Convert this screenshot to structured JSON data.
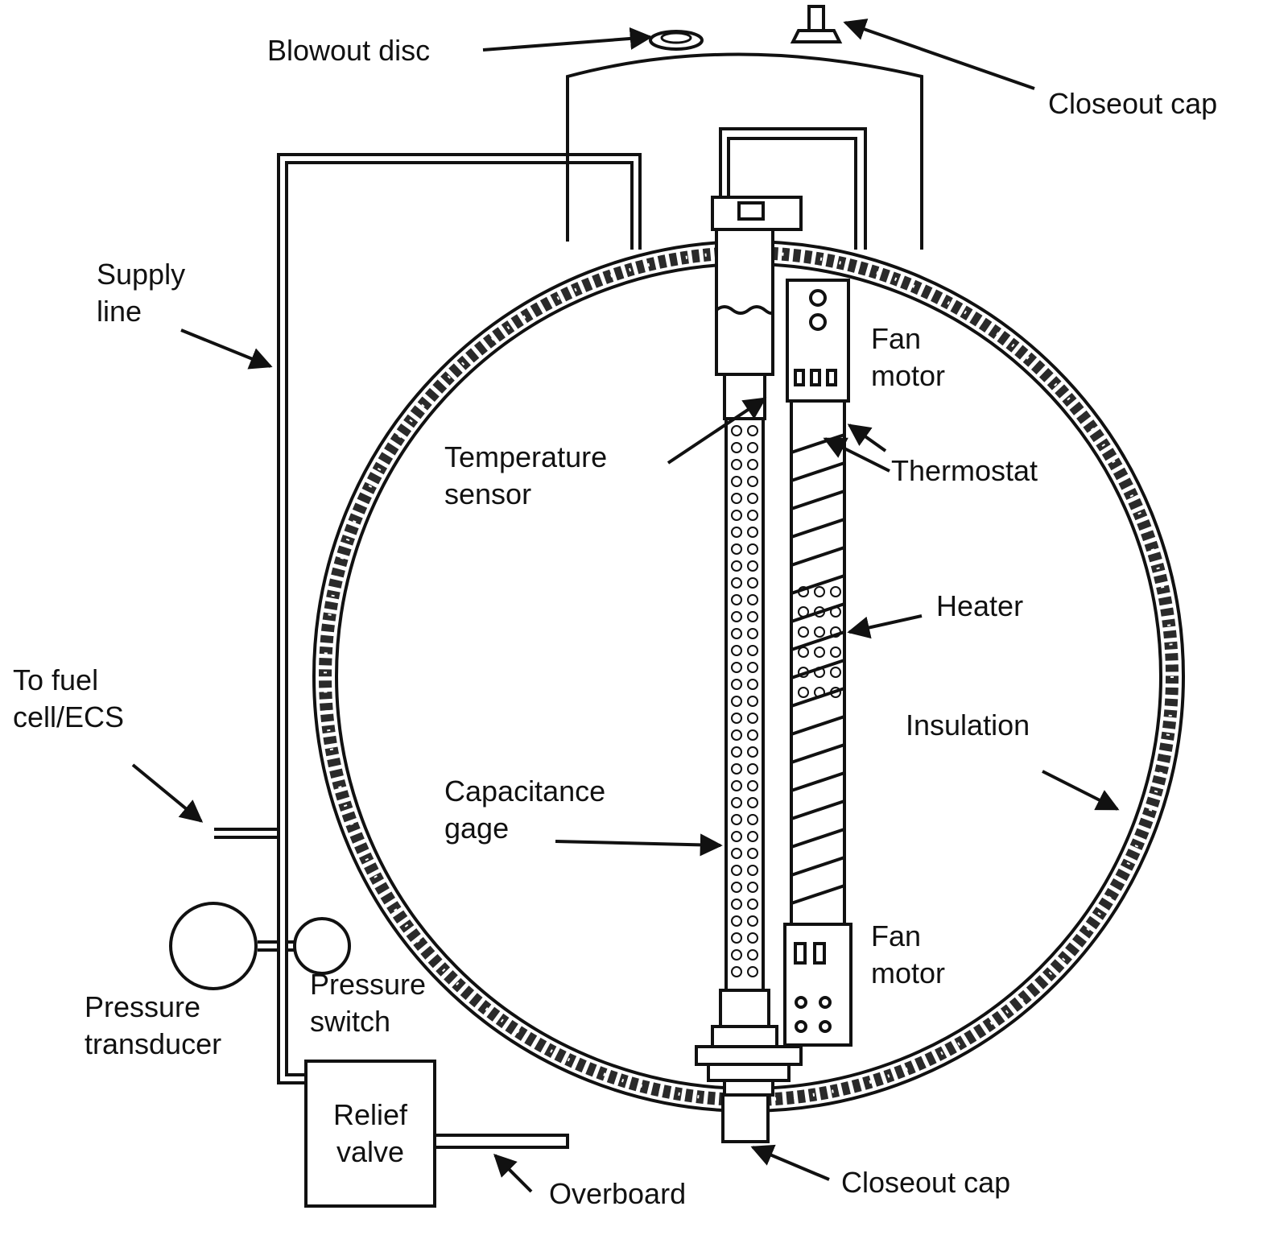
{
  "labels": {
    "blowout_disc": "Blowout disc",
    "closeout_cap_top": "Closeout cap",
    "supply_line": [
      "Supply",
      "line"
    ],
    "fan_motor_top": [
      "Fan",
      "motor"
    ],
    "temperature_sensor": [
      "Temperature",
      "sensor"
    ],
    "thermostat": "Thermostat",
    "heater": "Heater",
    "to_fuel_cell": [
      "To fuel",
      "cell/ECS"
    ],
    "insulation": "Insulation",
    "capacitance_gage": [
      "Capacitance",
      "gage"
    ],
    "fan_motor_bottom": [
      "Fan",
      "motor"
    ],
    "pressure_switch": [
      "Pressure",
      "switch"
    ],
    "pressure_transducer": [
      "Pressure",
      "transducer"
    ],
    "relief_valve": [
      "Relief",
      "valve"
    ],
    "overboard": "Overboard",
    "closeout_cap_bottom": "Closeout cap"
  },
  "colors": {
    "ink": "#111111",
    "paper": "#ffffff",
    "insulation_fill": "#2a2a2a"
  },
  "icons": {
    "pressure_transducer": "circle-gauge",
    "pressure_switch": "circle-gauge",
    "relief_valve": "box-valve"
  }
}
